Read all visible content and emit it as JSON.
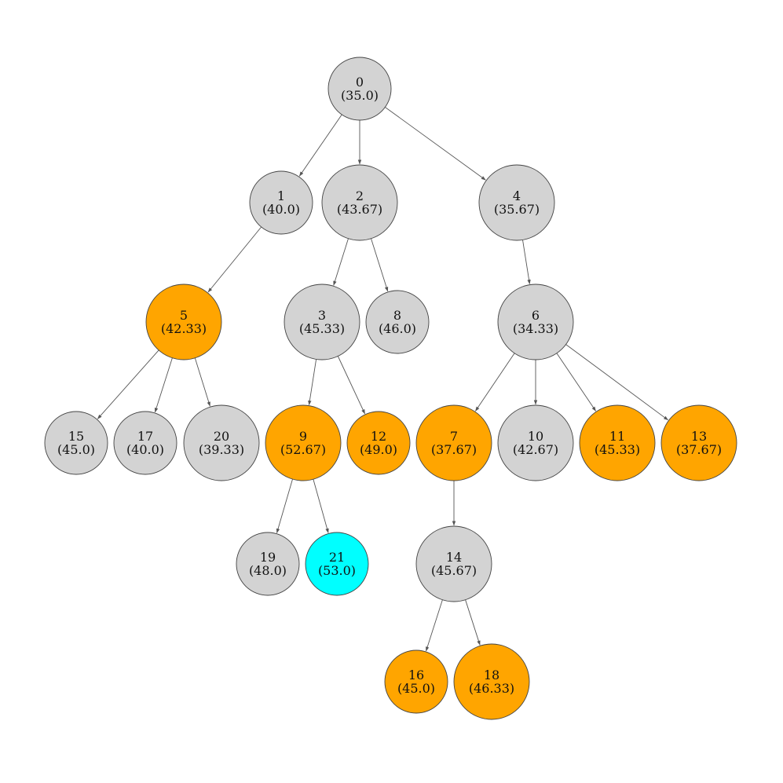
{
  "colors": {
    "default": "#d3d3d3",
    "highlight": "#ffa500",
    "target": "#00ffff",
    "edge": "#555555"
  },
  "nodes": [
    {
      "id": "0",
      "label": "0",
      "value": "(35.0)",
      "status": "default"
    },
    {
      "id": "1",
      "label": "1",
      "value": "(40.0)",
      "status": "default"
    },
    {
      "id": "2",
      "label": "2",
      "value": "(43.67)",
      "status": "default"
    },
    {
      "id": "4",
      "label": "4",
      "value": "(35.67)",
      "status": "default"
    },
    {
      "id": "5",
      "label": "5",
      "value": "(42.33)",
      "status": "highlight"
    },
    {
      "id": "3",
      "label": "3",
      "value": "(45.33)",
      "status": "default"
    },
    {
      "id": "8",
      "label": "8",
      "value": "(46.0)",
      "status": "default"
    },
    {
      "id": "6",
      "label": "6",
      "value": "(34.33)",
      "status": "default"
    },
    {
      "id": "15",
      "label": "15",
      "value": "(45.0)",
      "status": "default"
    },
    {
      "id": "17",
      "label": "17",
      "value": "(40.0)",
      "status": "default"
    },
    {
      "id": "20",
      "label": "20",
      "value": "(39.33)",
      "status": "default"
    },
    {
      "id": "9",
      "label": "9",
      "value": "(52.67)",
      "status": "highlight"
    },
    {
      "id": "12",
      "label": "12",
      "value": "(49.0)",
      "status": "highlight"
    },
    {
      "id": "7",
      "label": "7",
      "value": "(37.67)",
      "status": "highlight"
    },
    {
      "id": "10",
      "label": "10",
      "value": "(42.67)",
      "status": "default"
    },
    {
      "id": "11",
      "label": "11",
      "value": "(45.33)",
      "status": "highlight"
    },
    {
      "id": "13",
      "label": "13",
      "value": "(37.67)",
      "status": "highlight"
    },
    {
      "id": "19",
      "label": "19",
      "value": "(48.0)",
      "status": "default"
    },
    {
      "id": "21",
      "label": "21",
      "value": "(53.0)",
      "status": "target"
    },
    {
      "id": "14",
      "label": "14",
      "value": "(45.67)",
      "status": "default"
    },
    {
      "id": "16",
      "label": "16",
      "value": "(45.0)",
      "status": "highlight"
    },
    {
      "id": "18",
      "label": "18",
      "value": "(46.33)",
      "status": "highlight"
    }
  ],
  "edges": [
    {
      "from": "0",
      "to": "1"
    },
    {
      "from": "0",
      "to": "2"
    },
    {
      "from": "0",
      "to": "4"
    },
    {
      "from": "1",
      "to": "5"
    },
    {
      "from": "2",
      "to": "3"
    },
    {
      "from": "2",
      "to": "8"
    },
    {
      "from": "4",
      "to": "6"
    },
    {
      "from": "5",
      "to": "15"
    },
    {
      "from": "5",
      "to": "17"
    },
    {
      "from": "5",
      "to": "20"
    },
    {
      "from": "3",
      "to": "9"
    },
    {
      "from": "3",
      "to": "12"
    },
    {
      "from": "6",
      "to": "7"
    },
    {
      "from": "6",
      "to": "10"
    },
    {
      "from": "6",
      "to": "11"
    },
    {
      "from": "6",
      "to": "13"
    },
    {
      "from": "9",
      "to": "19"
    },
    {
      "from": "9",
      "to": "21"
    },
    {
      "from": "7",
      "to": "14"
    },
    {
      "from": "14",
      "to": "16"
    },
    {
      "from": "14",
      "to": "18"
    }
  ]
}
